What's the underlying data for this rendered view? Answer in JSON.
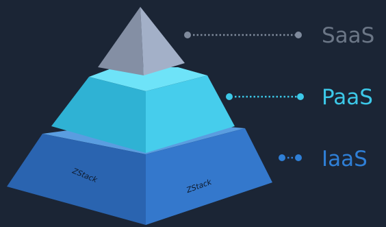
{
  "layers": [
    {
      "label": "SaaS",
      "color": "#6b7686"
    },
    {
      "label": "PaaS",
      "color": "#3cc8e8"
    },
    {
      "label": "IaaS",
      "color": "#2f7fd6"
    }
  ],
  "brand_left": "ZStack",
  "brand_right": "ZStack",
  "colors": {
    "background": "#1b2535",
    "saas_left": "#848fa4",
    "saas_right": "#a3b0c8",
    "paas_top": "#6ee3f8",
    "paas_left": "#2fb2d4",
    "paas_right": "#46cdec",
    "iaas_top": "#5a9de0",
    "iaas_left": "#2a64b0",
    "iaas_right": "#3478cc"
  }
}
